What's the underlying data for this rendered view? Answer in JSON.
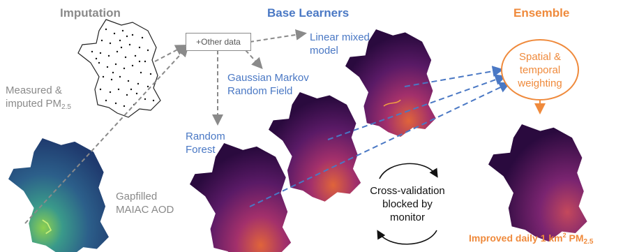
{
  "headers": {
    "imputation": "Imputation",
    "base_learners": "Base Learners",
    "ensemble": "Ensemble"
  },
  "labels": {
    "measured_line1": "Measured &",
    "measured_line2_main": "imputed PM",
    "measured_line2_sub": "2.5",
    "other_data": "+Other data",
    "linear_line1": "Linear mixed",
    "linear_line2": "model",
    "gmrf_line1": "Gaussian Markov",
    "gmrf_line2": "Random Field",
    "rf_line1": "Random",
    "rf_line2": "Forest",
    "gapfilled_line1": "Gapfilled",
    "gapfilled_line2": "MAIAC AOD",
    "weighting_line1": "Spatial &",
    "weighting_line2": "temporal",
    "weighting_line3": "weighting",
    "cv_line1": "Cross-validation",
    "cv_line2": "blocked by",
    "cv_line3": "monitor",
    "result_main": "Improved daily 1 km",
    "result_sup": "2",
    "result_pm": " PM",
    "result_sub": "2.5"
  },
  "colors": {
    "imputation": "#8a8a8a",
    "base_learners": "#4a78c4",
    "ensemble": "#ef8a3c",
    "map_dark": "#2a0a3e",
    "map_mid": "#6b1f6e",
    "map_hot": "#e0643a",
    "aod_dark": "#1f3a6e",
    "aod_mid": "#2c7d8c",
    "aod_hot": "#8fd14f"
  }
}
